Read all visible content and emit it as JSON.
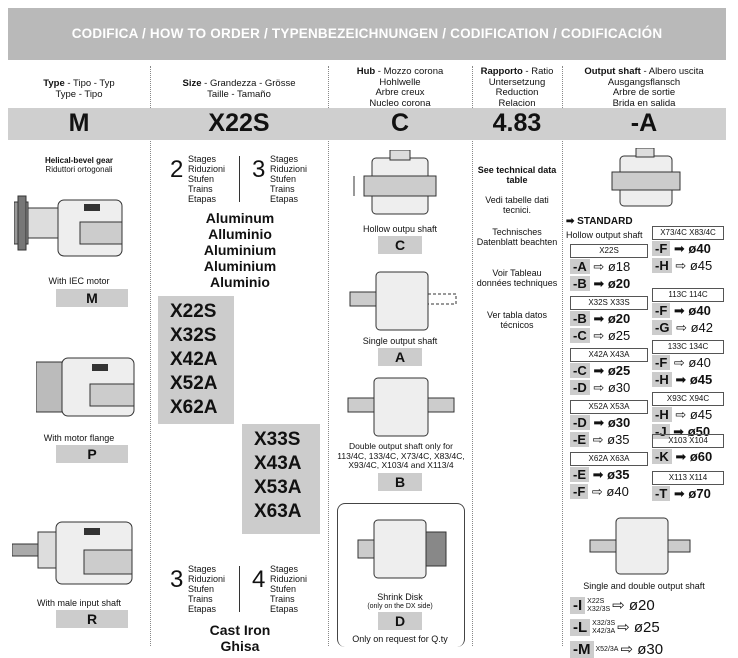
{
  "banner": {
    "title": "CODIFICA / HOW TO ORDER / TYPENBEZEICHNUNGEN / CODIFICATION / CODIFICACIÓN"
  },
  "headers": {
    "type": {
      "bold": "Type",
      "rest": " - Tipo - Typ",
      "line2": "Type - Tipo"
    },
    "size": {
      "bold": "Size",
      "rest": " - Grandezza - Grösse",
      "line2": "Taille - Tamaño"
    },
    "hub": {
      "bold": "Hub",
      "rest": " - Mozzo corona",
      "lines": [
        "Hohlwelle",
        "Arbre creux",
        "Nucleo corona"
      ]
    },
    "ratio": {
      "bold": "Rapporto",
      "rest": " - Ratio",
      "lines": [
        "Untersetzung",
        "Reduction",
        "Relacion"
      ]
    },
    "output": {
      "bold": "Output shaft",
      "rest": " - Albero uscita",
      "lines": [
        "Ausgangsflansch",
        "Arbre de sortie",
        "Brida en salida"
      ]
    }
  },
  "codes": {
    "type": "M",
    "size": "X22S",
    "hub": "C",
    "ratio": "4.83",
    "output": "-A"
  },
  "type_col": {
    "title": "Helical-bevel gear",
    "subtitle": "Riduttori ortogonali",
    "items": [
      {
        "label": "With IEC motor",
        "code": "M"
      },
      {
        "label": "With motor flange",
        "code": "P"
      },
      {
        "label": "With male input shaft",
        "code": "R"
      }
    ]
  },
  "size_col": {
    "stage2": {
      "num": "2",
      "lines": [
        "Stages",
        "Riduzioni",
        "Stufen",
        "Trains",
        "Etapas"
      ]
    },
    "stage3": {
      "num": "3",
      "lines": [
        "Stages",
        "Riduzioni",
        "Stufen",
        "Trains",
        "Etapas"
      ]
    },
    "materials_al": [
      "Aluminum",
      "Alluminio",
      "Aluminium",
      "Aluminium",
      "Aluminio"
    ],
    "sizes_2": [
      "X22S",
      "X32S",
      "X42A",
      "X52A",
      "X62A"
    ],
    "sizes_3": [
      "X33S",
      "X43A",
      "X53A",
      "X63A"
    ],
    "stage3b": {
      "num": "3",
      "lines": [
        "Stages",
        "Riduzioni",
        "Stufen",
        "Trains",
        "Etapas"
      ]
    },
    "stage4": {
      "num": "4",
      "lines": [
        "Stages",
        "Riduzioni",
        "Stufen",
        "Trains",
        "Etapas"
      ]
    },
    "materials_ci": [
      "Cast Iron",
      "Ghisa"
    ]
  },
  "hub_col": {
    "items": [
      {
        "label": "Hollow outpu shaft",
        "code": "C"
      },
      {
        "label": "Single output shaft",
        "code": "A"
      },
      {
        "label": "Double output shaft only for 113/4C, 133/4C, X73/4C, X83/4C, X93/4C, X103/4 and X113/4",
        "code": "B"
      },
      {
        "label": "Shrink Disk",
        "sub": "(only on the DX side)",
        "code": "D"
      }
    ],
    "note": "Only on request for Q.ty"
  },
  "ratio_col": {
    "lines": [
      "See technical data table",
      "Vedi tabelle dati tecnici.",
      "Technisches Datenblatt beachten",
      "Voir Tableau données techniques",
      "Ver tabla datos técnicos"
    ]
  },
  "output_col": {
    "standard": "STANDARD",
    "hollow": "Hollow output shaft",
    "rows": [
      {
        "left": {
          "box": "X22S",
          "opts": [
            {
              "c": "-A",
              "v": "ø18",
              "f": false
            },
            {
              "c": "-B",
              "v": "ø20",
              "f": true
            }
          ]
        },
        "right": {
          "box": "X73/4C  X83/4C",
          "opts": [
            {
              "c": "-F",
              "v": "ø40",
              "f": true
            },
            {
              "c": "-H",
              "v": "ø45",
              "f": false
            }
          ]
        }
      },
      {
        "left": {
          "box": "X32S  X33S",
          "opts": [
            {
              "c": "-B",
              "v": "ø20",
              "f": true
            },
            {
              "c": "-C",
              "v": "ø25",
              "f": false
            }
          ]
        },
        "right": {
          "box": "113C  114C",
          "opts": [
            {
              "c": "-F",
              "v": "ø40",
              "f": true
            },
            {
              "c": "-G",
              "v": "ø42",
              "f": false
            }
          ]
        }
      },
      {
        "left": {
          "box": "X42A  X43A",
          "opts": [
            {
              "c": "-C",
              "v": "ø25",
              "f": true
            },
            {
              "c": "-D",
              "v": "ø30",
              "f": false
            }
          ]
        },
        "right": {
          "box": "133C  134C",
          "opts": [
            {
              "c": "-F",
              "v": "ø40",
              "f": false
            },
            {
              "c": "-H",
              "v": "ø45",
              "f": true
            }
          ]
        }
      },
      {
        "left": {
          "box": "X52A  X53A",
          "opts": [
            {
              "c": "-D",
              "v": "ø30",
              "f": true
            },
            {
              "c": "-E",
              "v": "ø35",
              "f": false
            }
          ]
        },
        "right": {
          "box": "X93C  X94C",
          "opts": [
            {
              "c": "-H",
              "v": "ø45",
              "f": false
            },
            {
              "c": "-J",
              "v": "ø50",
              "f": true
            }
          ]
        }
      },
      {
        "left": {
          "box": "X62A  X63A",
          "opts": [
            {
              "c": "-E",
              "v": "ø35",
              "f": true
            },
            {
              "c": "-F",
              "v": "ø40",
              "f": false
            }
          ]
        },
        "right": {
          "box": "X103  X104",
          "opts": [
            {
              "c": "-K",
              "v": "ø60",
              "f": true
            }
          ]
        }
      },
      {
        "right": {
          "box": "X113  X114",
          "opts": [
            {
              "c": "-T",
              "v": "ø70",
              "f": true
            }
          ]
        }
      }
    ],
    "single_double": "Single and double output shaft",
    "sd_rows": [
      {
        "c": "-I",
        "m1": "X22S",
        "m2": "X32/3S",
        "v": "ø20"
      },
      {
        "c": "-L",
        "m1": "X32/3S",
        "m2": "X42/3A",
        "v": "ø25"
      },
      {
        "c": "-M",
        "m1": "X52/3A",
        "m2": "",
        "v": "ø30"
      }
    ]
  }
}
